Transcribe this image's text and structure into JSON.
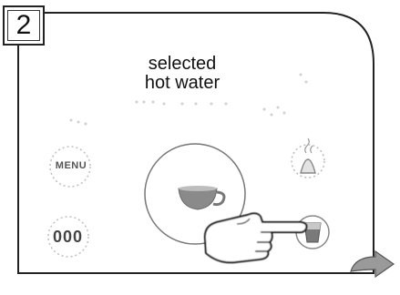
{
  "step": {
    "number": "2"
  },
  "display": {
    "line1": "selected",
    "line2": "hot water"
  },
  "buttons": {
    "menu_label": "MENU",
    "aroma_label": "000"
  },
  "icons": {
    "main": "cup-icon",
    "top_right": "steam-icon",
    "bottom_right": "hot-water-glass-icon",
    "hand": "pointing-hand-icon",
    "arrow": "next-arrow-icon"
  }
}
